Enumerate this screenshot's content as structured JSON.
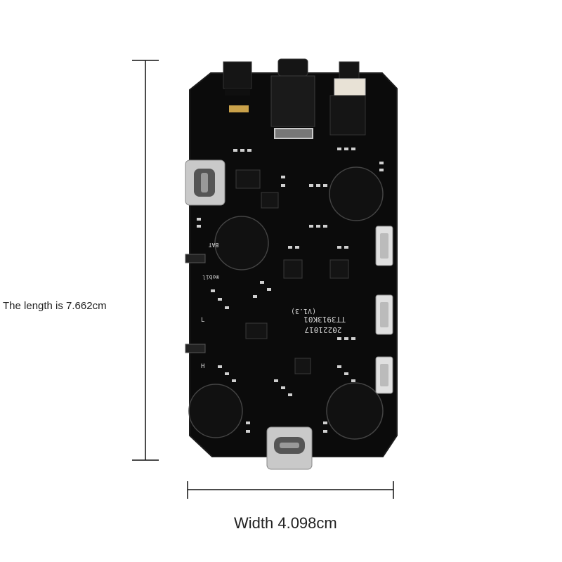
{
  "dimensions": {
    "length_label": "The length is 7.662cm",
    "width_label": "Width 4.098cm"
  },
  "board": {
    "silkscreen": {
      "part_number": "TT3913K01",
      "version": "(V1.3)",
      "date_code": "20221017",
      "bat": "BAT",
      "mobil": "mobil",
      "low": "L",
      "high": "H"
    }
  },
  "colors": {
    "pcb": "#0b0b0b",
    "silkscreen": "#d8d8d8",
    "metal": "#c9c9c9",
    "dimension_line": "#111111"
  }
}
